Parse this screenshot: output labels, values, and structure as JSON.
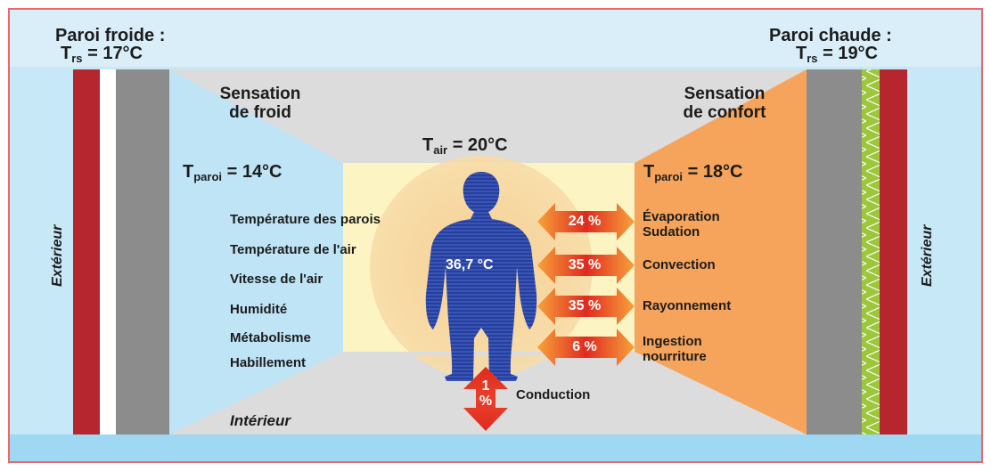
{
  "colors": {
    "frame": "#e8696b",
    "sky": "#bfe6f7",
    "cold_zone": "#bfe4f6",
    "warm_zone": "#f6a45c",
    "ceiling": "#d8d8d8",
    "center": "#fdf4c4",
    "halo": "#f7d9a3",
    "wall_red": "#b5262f",
    "wall_gray": "#8c8c8c",
    "insulation": "#9cc63c",
    "person": "#263f9a",
    "arrow_red": "#e02a20",
    "arrow_orange": "#f7a23a"
  },
  "left_wall": {
    "title": "Paroi froide :",
    "trs_symbol": "T",
    "trs_sub": "rs",
    "trs_value": "= 17°C"
  },
  "right_wall": {
    "title": "Paroi chaude :",
    "trs_symbol": "T",
    "trs_sub": "rs",
    "trs_value": "= 19°C"
  },
  "cold_sensation": [
    "Sensation",
    "de froid"
  ],
  "warm_sensation": [
    "Sensation",
    "de confort"
  ],
  "air_temp": {
    "symbol": "T",
    "sub": "air",
    "value": "= 20°C"
  },
  "paroi_left": {
    "symbol": "T",
    "sub": "paroi",
    "value": "= 14°C"
  },
  "paroi_right": {
    "symbol": "T",
    "sub": "paroi",
    "value": "= 18°C"
  },
  "body_temp": "36,7 °C",
  "exterior_label": "Extérieur",
  "interior_label": "Intérieur",
  "factors": [
    "Température des parois",
    "Température de l'air",
    "Vitesse de l'air",
    "Humidité",
    "Métabolisme",
    "Habillement"
  ],
  "exchanges": [
    {
      "percent": "24 %",
      "label": [
        "Évaporation",
        "Sudation"
      ]
    },
    {
      "percent": "35 %",
      "label": [
        "Convection"
      ]
    },
    {
      "percent": "35 %",
      "label": [
        "Rayonnement"
      ]
    },
    {
      "percent": "6 %",
      "label": [
        "Ingestion",
        "nourriture"
      ]
    }
  ],
  "conduction": {
    "percent": [
      "1",
      "%"
    ],
    "label": "Conduction"
  }
}
